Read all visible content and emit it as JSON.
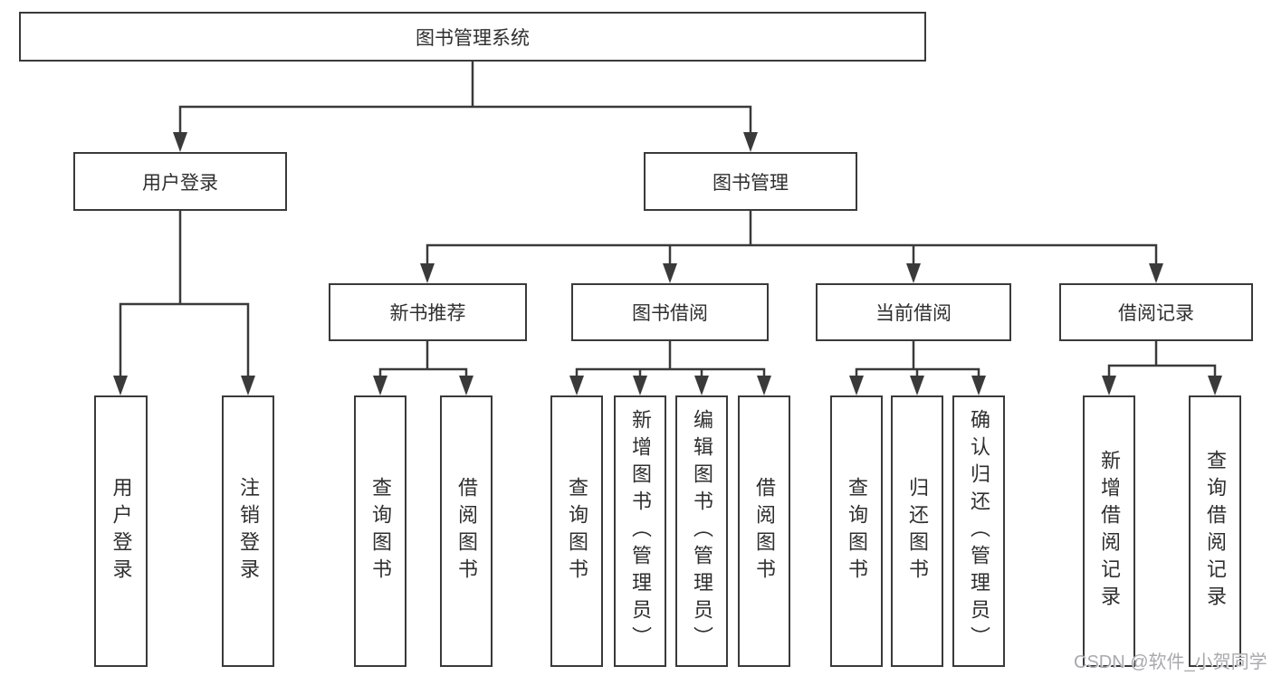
{
  "colors": {
    "background": "#ffffff",
    "line": "#3a3a3a",
    "box_border": "#3a3a3a",
    "box_fill": "#ffffff",
    "text": "#2f2f2f",
    "watermark": "#a9a9ae"
  },
  "tree": {
    "root": {
      "label": "图书管理系统"
    },
    "user_login": {
      "label": "用户登录",
      "leaves": [
        {
          "label": "用户登录"
        },
        {
          "label": "注销登录"
        }
      ]
    },
    "book_management": {
      "label": "图书管理",
      "sections": [
        {
          "label": "新书推荐",
          "leaves": [
            {
              "label": "查询图书"
            },
            {
              "label": "借阅图书"
            }
          ]
        },
        {
          "label": "图书借阅",
          "leaves": [
            {
              "label": "查询图书"
            },
            {
              "label": "新增图书（管理员）"
            },
            {
              "label": "编辑图书（管理员）"
            },
            {
              "label": "借阅图书"
            }
          ]
        },
        {
          "label": "当前借阅",
          "leaves": [
            {
              "label": "查询图书"
            },
            {
              "label": "归还图书"
            },
            {
              "label": "确认归还（管理员）"
            }
          ]
        },
        {
          "label": "借阅记录",
          "leaves": [
            {
              "label": "新增借阅记录"
            },
            {
              "label": "查询借阅记录"
            }
          ]
        }
      ]
    }
  },
  "watermark": {
    "text": "CSDN @软件_小贺同学"
  }
}
